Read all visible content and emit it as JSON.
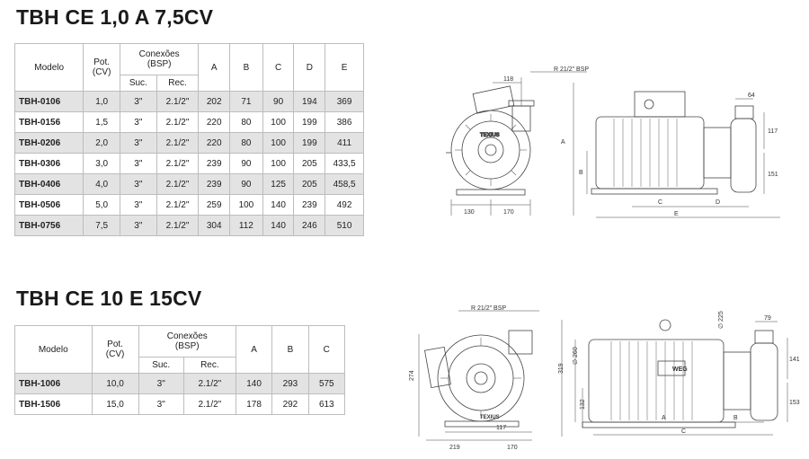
{
  "section1": {
    "title": "TBH CE 1,0 A 7,5CV",
    "headers": {
      "modelo": "Modelo",
      "pot": "Pot.\n(CV)",
      "conexoes": "Conexões\n(BSP)",
      "suc": "Suc.",
      "rec": "Rec.",
      "a": "A",
      "b": "B",
      "c": "C",
      "d": "D",
      "e": "E"
    },
    "rows": [
      {
        "model": "TBH-0106",
        "pot": "1,0",
        "suc": "3\"",
        "rec": "2.1/2\"",
        "a": "202",
        "b": "71",
        "c": "90",
        "d": "194",
        "e": "369"
      },
      {
        "model": "TBH-0156",
        "pot": "1,5",
        "suc": "3\"",
        "rec": "2.1/2\"",
        "a": "220",
        "b": "80",
        "c": "100",
        "d": "199",
        "e": "386"
      },
      {
        "model": "TBH-0206",
        "pot": "2,0",
        "suc": "3\"",
        "rec": "2.1/2\"",
        "a": "220",
        "b": "80",
        "c": "100",
        "d": "199",
        "e": "411"
      },
      {
        "model": "TBH-0306",
        "pot": "3,0",
        "suc": "3\"",
        "rec": "2.1/2\"",
        "a": "239",
        "b": "90",
        "c": "100",
        "d": "205",
        "e": "433,5"
      },
      {
        "model": "TBH-0406",
        "pot": "4,0",
        "suc": "3\"",
        "rec": "2.1/2\"",
        "a": "239",
        "b": "90",
        "c": "125",
        "d": "205",
        "e": "458,5"
      },
      {
        "model": "TBH-0506",
        "pot": "5,0",
        "suc": "3\"",
        "rec": "2.1/2\"",
        "a": "259",
        "b": "100",
        "c": "140",
        "d": "239",
        "e": "492"
      },
      {
        "model": "TBH-0756",
        "pot": "7,5",
        "suc": "3\"",
        "rec": "2.1/2\"",
        "a": "304",
        "b": "112",
        "c": "140",
        "d": "246",
        "e": "510"
      }
    ],
    "drawing": {
      "r_label": "R 21/2\" BSP",
      "dim_118": "118",
      "dim_64": "64",
      "dim_117": "117",
      "dim_151": "151",
      "dim_130": "130",
      "dim_170": "170",
      "label_a": "A",
      "label_b": "B",
      "label_c": "C",
      "label_d": "D",
      "label_e": "E",
      "brand": "TEXIUS"
    }
  },
  "section2": {
    "title": "TBH CE 10 E 15CV",
    "headers": {
      "modelo": "Modelo",
      "pot": "Pot.\n(CV)",
      "conexoes": "Conexões\n(BSP)",
      "suc": "Suc.",
      "rec": "Rec.",
      "a": "A",
      "b": "B",
      "c": "C"
    },
    "rows": [
      {
        "model": "TBH-1006",
        "pot": "10,0",
        "suc": "3\"",
        "rec": "2.1/2\"",
        "a": "140",
        "b": "293",
        "c": "575"
      },
      {
        "model": "TBH-1506",
        "pot": "15,0",
        "suc": "3\"",
        "rec": "2.1/2\"",
        "a": "178",
        "b": "292",
        "c": "613"
      }
    ],
    "drawing": {
      "r_label": "R 21/2\" BSP",
      "dim_274": "274",
      "dim_117": "117",
      "dim_219": "219",
      "dim_170": "170",
      "dim_319": "319",
      "dim_260": "∅ 260",
      "dim_132": "132",
      "dim_225": "∅ 225",
      "dim_79": "79",
      "dim_141": "141",
      "dim_153": "153",
      "label_a": "A",
      "label_b": "B",
      "label_c": "C",
      "brand": "TEXIUS",
      "motor_brand": "WEG"
    }
  }
}
